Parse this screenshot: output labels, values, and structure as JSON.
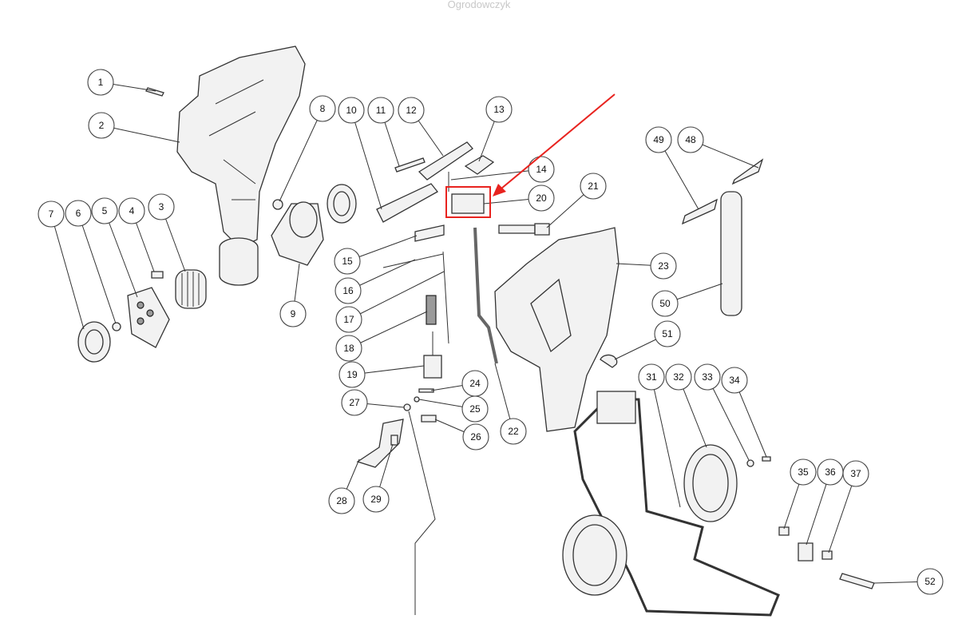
{
  "watermark": "Ogrodowczyk",
  "callouts": [
    "1",
    "2",
    "3",
    "4",
    "5",
    "6",
    "7",
    "8",
    "9",
    "10",
    "11",
    "12",
    "13",
    "14",
    "15",
    "16",
    "17",
    "18",
    "19",
    "20",
    "21",
    "22",
    "23",
    "24",
    "25",
    "26",
    "27",
    "28",
    "29",
    "31",
    "32",
    "33",
    "34",
    "35",
    "36",
    "37",
    "48",
    "49",
    "50",
    "51",
    "52"
  ],
  "highlight": {
    "part": "20",
    "color": "#e8231f"
  }
}
